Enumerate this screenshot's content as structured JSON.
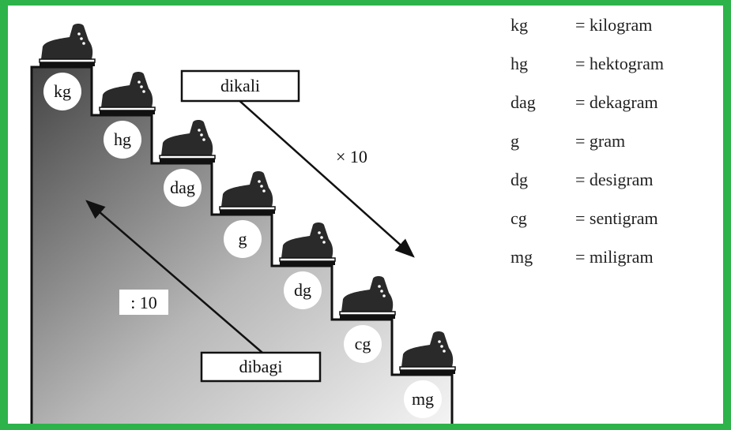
{
  "colors": {
    "frame": "#2db34a",
    "stair_dark": "#444444",
    "stair_light": "#f4f4f4",
    "shoe": "#2a2a2a"
  },
  "icons": {
    "step_marker": "shoe-icon"
  },
  "units": [
    "kg",
    "hg",
    "dag",
    "g",
    "dg",
    "cg",
    "mg"
  ],
  "boxes": {
    "down": "dikali",
    "up": "dibagi"
  },
  "factors": {
    "down": "× 10",
    "up": ": 10"
  },
  "legend": [
    {
      "abbr": "kg",
      "def": "= kilogram"
    },
    {
      "abbr": "hg",
      "def": "= hektogram"
    },
    {
      "abbr": "dag",
      "def": "= dekagram"
    },
    {
      "abbr": "g",
      "def": "= gram"
    },
    {
      "abbr": "dg",
      "def": "= desigram"
    },
    {
      "abbr": "cg",
      "def": "= sentigram"
    },
    {
      "abbr": "mg",
      "def": "= miligram"
    }
  ]
}
